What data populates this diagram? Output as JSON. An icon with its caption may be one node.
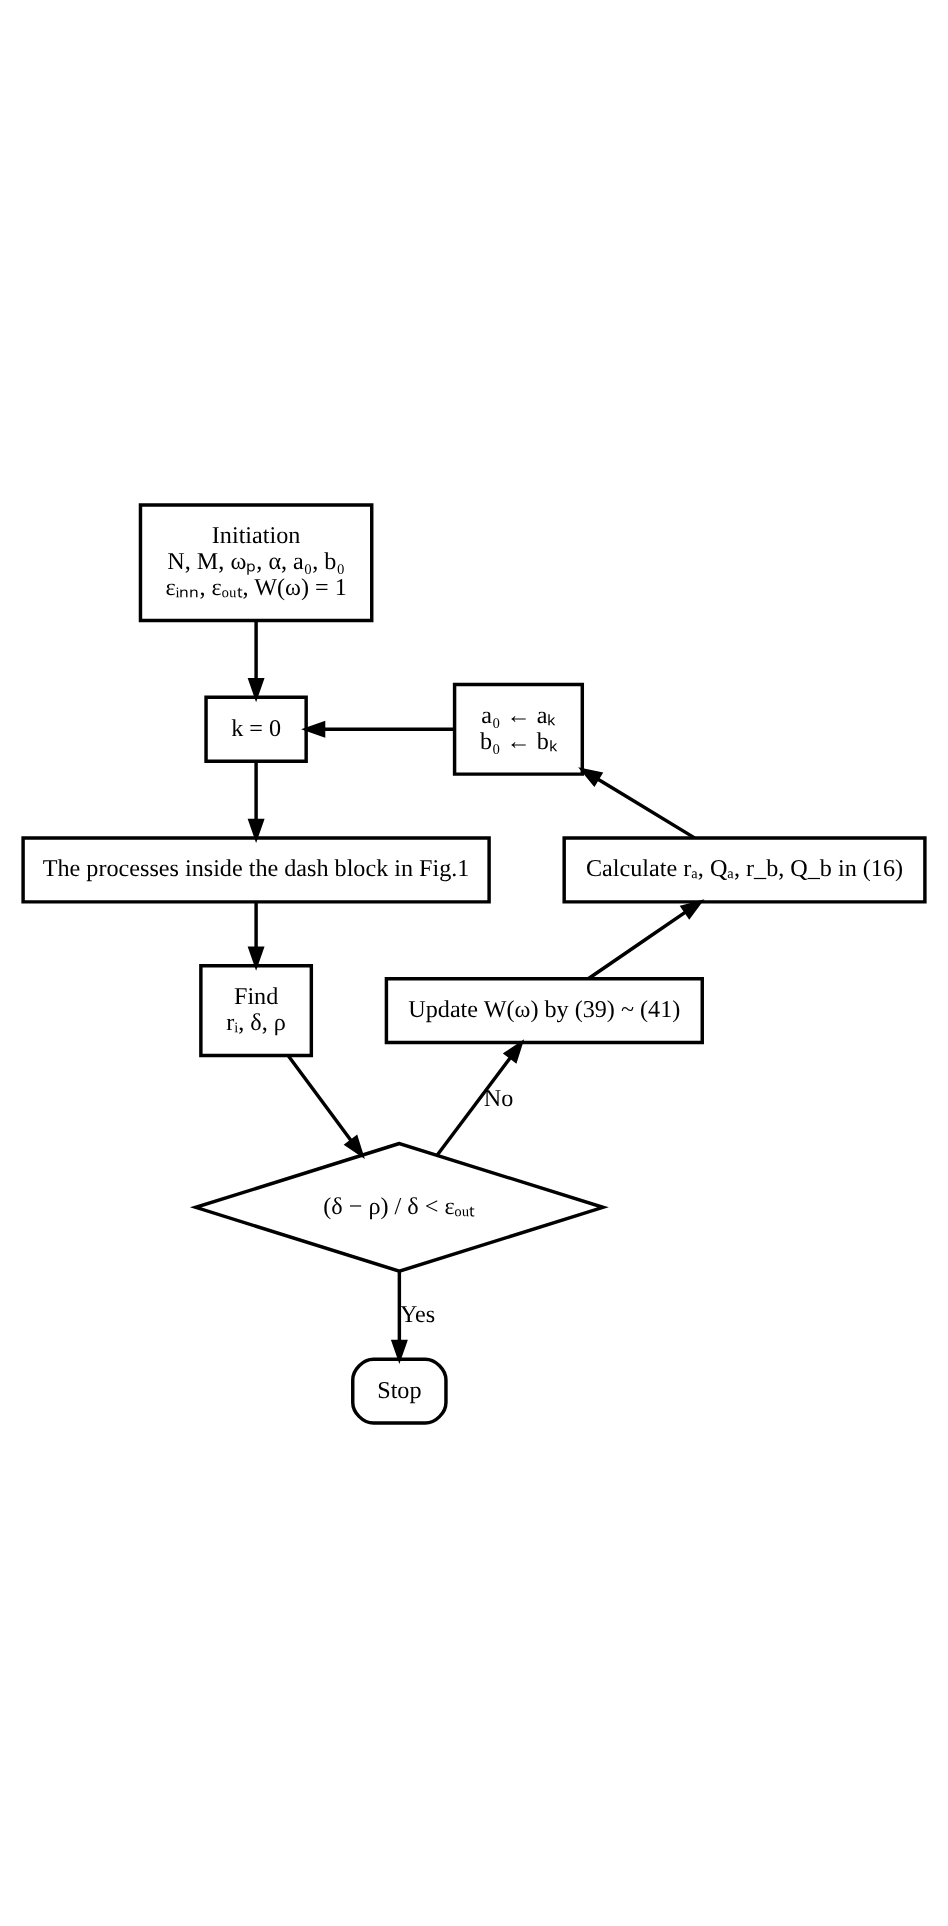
{
  "diagram": {
    "nodes": [
      {
        "text": [
          "Initiation",
          "N, M, ωₚ, α, a₀, b₀",
          "εᵢₙₙ, εₒᵤₜ, W(ω) = 1"
        ]
      },
      {
        "text": [
          "k = 0"
        ]
      },
      {
        "text": [
          "The processes inside the dash block in Fig.1"
        ]
      },
      {
        "text": [
          "Find",
          "rᵢ, δ, ρ"
        ]
      },
      {
        "text": [
          "(δ − ρ) / δ < εₒᵤₜ"
        ]
      },
      {
        "text": [
          "Stop"
        ]
      },
      {
        "text": [
          "Update W(ω) by (39) ~ (41)"
        ]
      },
      {
        "text": [
          "Calculate rₐ, Qₐ, r_b, Q_b in (16)"
        ]
      },
      {
        "text": [
          "a₀ ← aₖ",
          "b₀ ← bₖ"
        ]
      }
    ],
    "edges": [
      {
        "from": 0,
        "to": 1,
        "arrow": "to"
      },
      {
        "from": 1,
        "to": 2,
        "arrow": "to"
      },
      {
        "from": 2,
        "to": 3,
        "arrow": "to"
      },
      {
        "from": 3,
        "to": 4,
        "arrow": "to"
      },
      {
        "from": 4,
        "to": 5,
        "arrow": "to",
        "label": "Yes"
      },
      {
        "from": 4,
        "to": 6,
        "arrow": "to",
        "label": "No"
      },
      {
        "from": 6,
        "to": 7,
        "arrow": "to"
      },
      {
        "from": 7,
        "to": 8,
        "arrow": "to"
      },
      {
        "from": 8,
        "to": 1,
        "arrow": "to"
      }
    ]
  }
}
